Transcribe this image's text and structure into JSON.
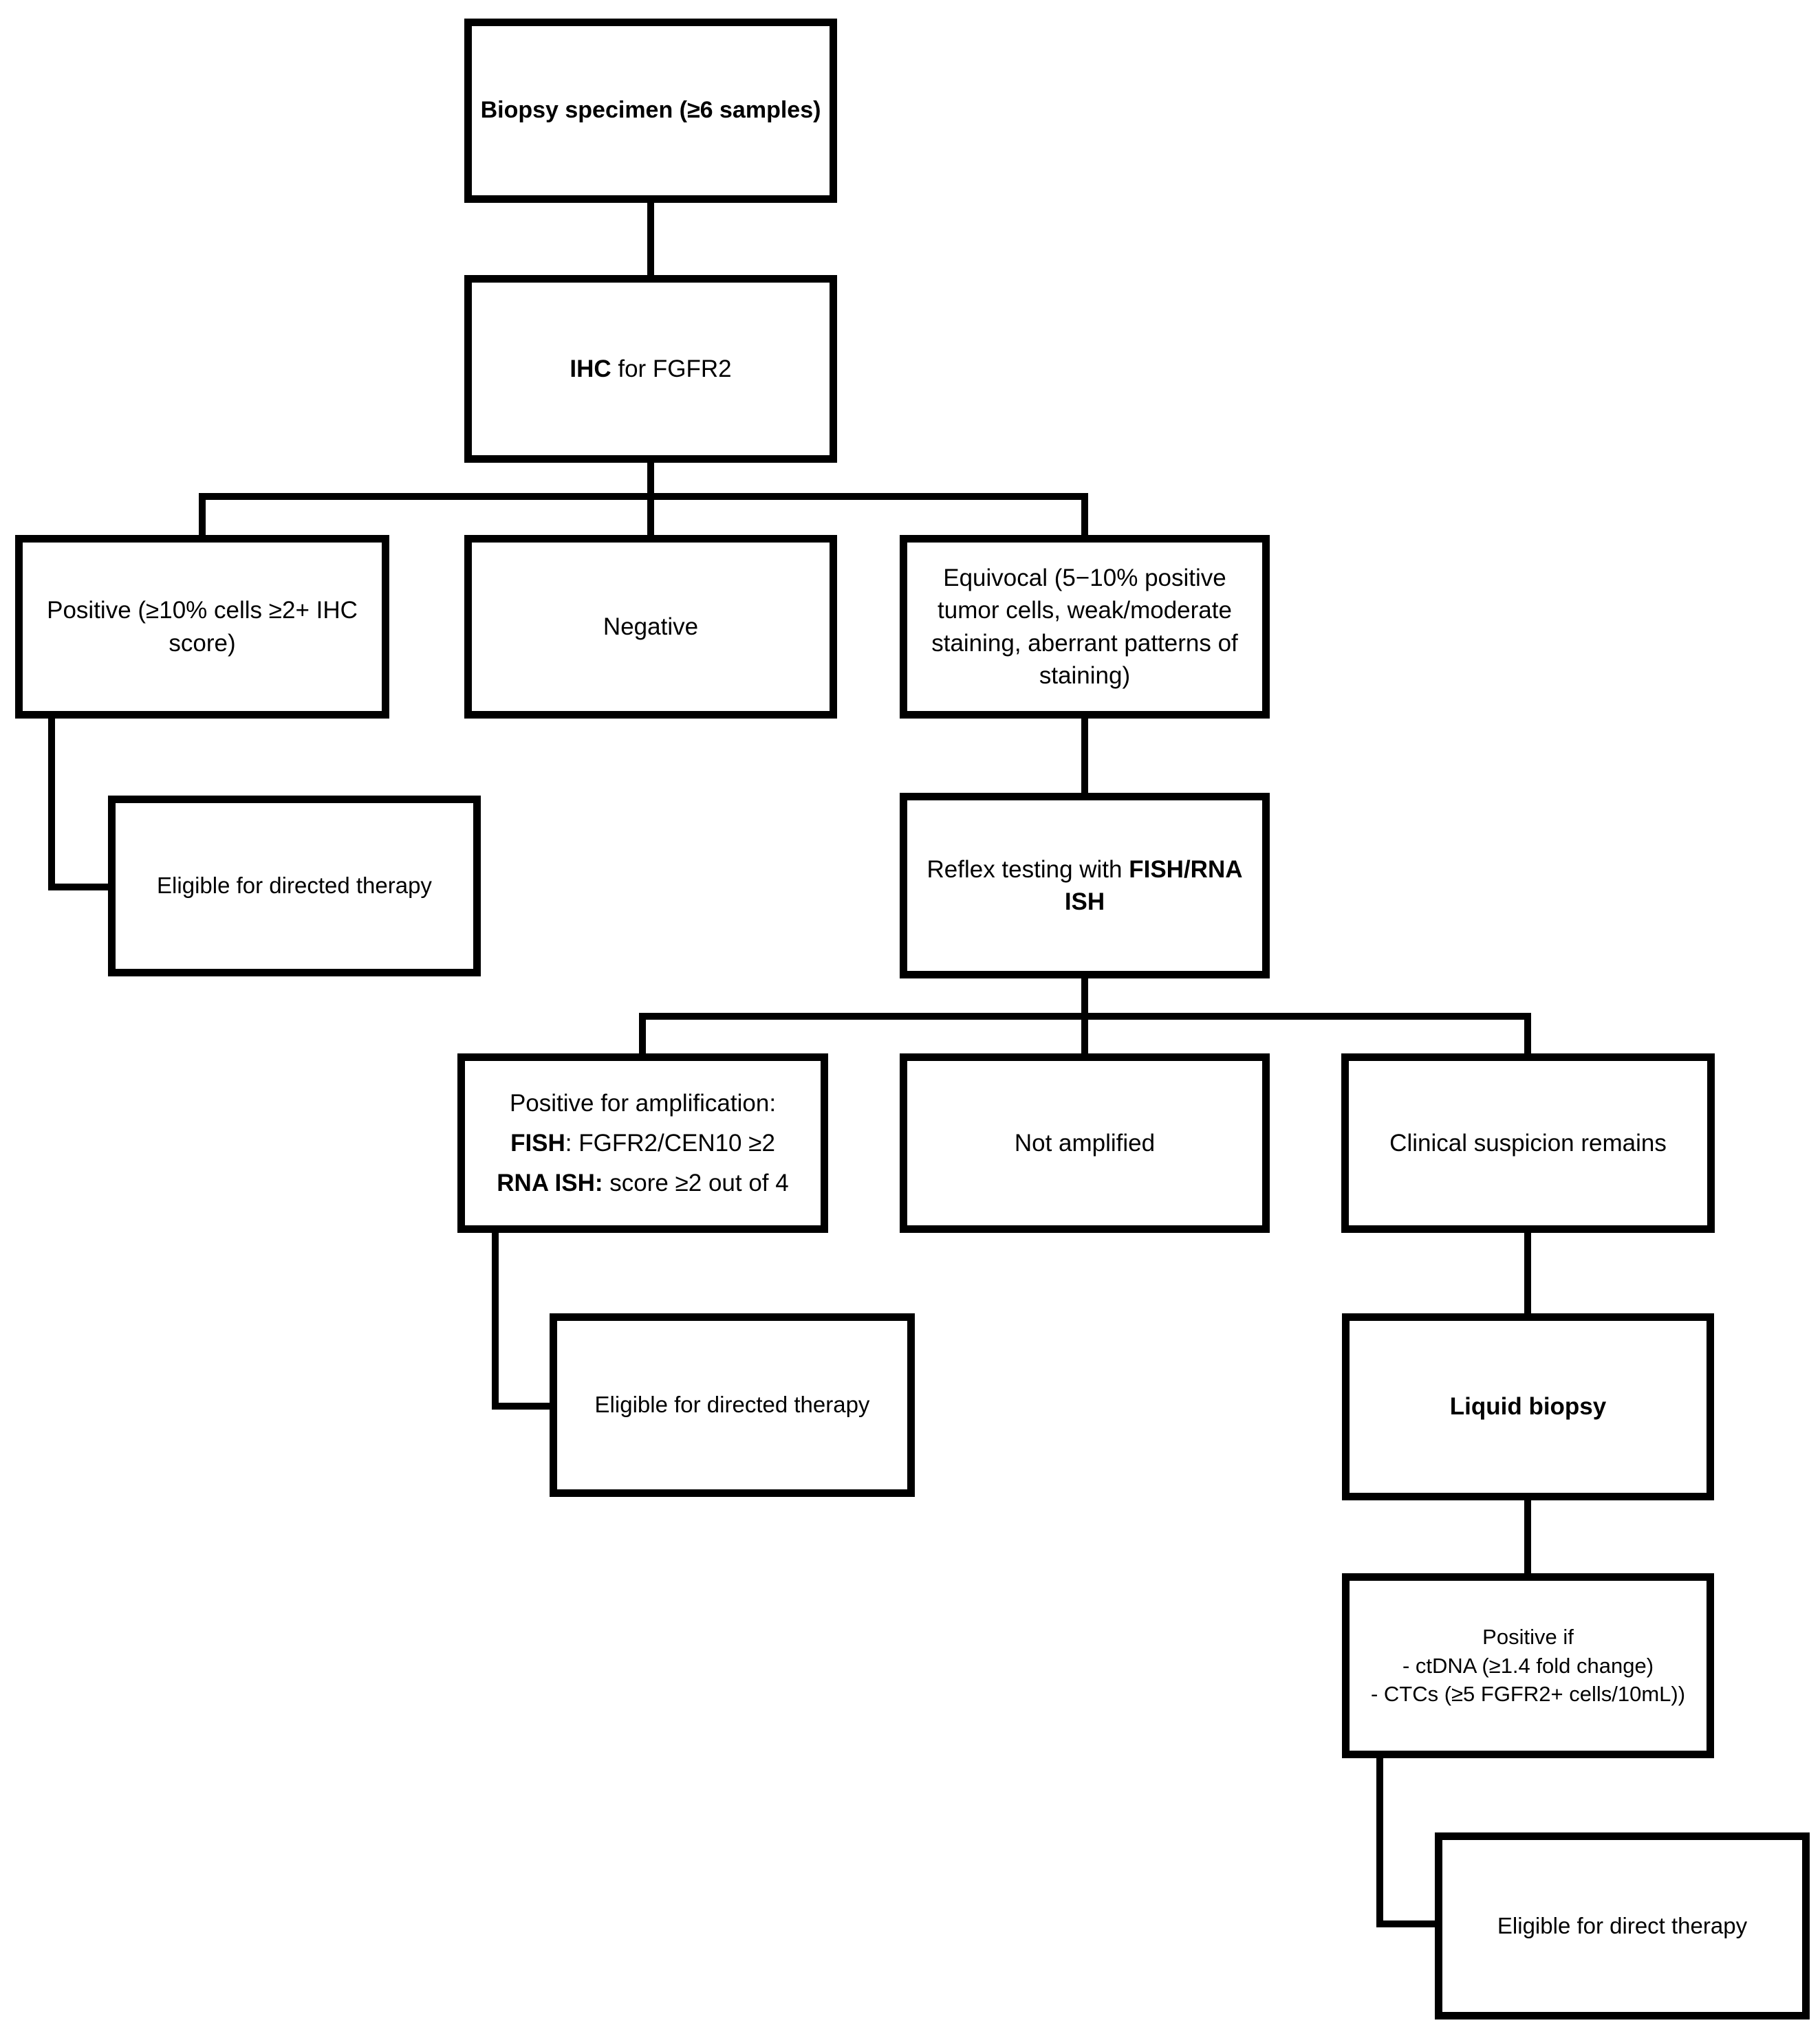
{
  "colors": {
    "line": "#000000",
    "box_border": "#000000",
    "background": "#ffffff",
    "text": "#000000"
  },
  "flowchart": {
    "biopsy": {
      "label": "Biopsy specimen (≥6 samples)"
    },
    "ihc": {
      "bold": "IHC",
      "rest": " for FGFR2"
    },
    "positive_ihc": {
      "label": "Positive (≥10% cells ≥2+ IHC score)"
    },
    "negative": {
      "label": "Negative"
    },
    "equivocal": {
      "label": "Equivocal (5−10% positive tumor cells, weak/moderate staining, aberrant patterns of staining)"
    },
    "eligible_1": {
      "label": "Eligible for directed therapy"
    },
    "reflex": {
      "pre": "Reflex testing with ",
      "bold": "FISH/RNA ISH"
    },
    "amplified": {
      "line1": "Positive for amplification:",
      "fish_bold": "FISH",
      "fish_rest": ": FGFR2/CEN10 ≥2",
      "rna_bold": "RNA ISH:",
      "rna_rest": " score ≥2 out of 4"
    },
    "not_amplified": {
      "label": "Not amplified"
    },
    "clinical": {
      "label": "Clinical suspicion remains"
    },
    "eligible_2": {
      "label": "Eligible for directed therapy"
    },
    "liquid": {
      "label": "Liquid biopsy"
    },
    "positive_if": {
      "line1": "Positive if",
      "line2": "- ctDNA (≥1.4 fold change)",
      "line3": "- CTCs (≥5 FGFR2+ cells/10mL))"
    },
    "eligible_3": {
      "label": "Eligible for direct therapy"
    }
  }
}
